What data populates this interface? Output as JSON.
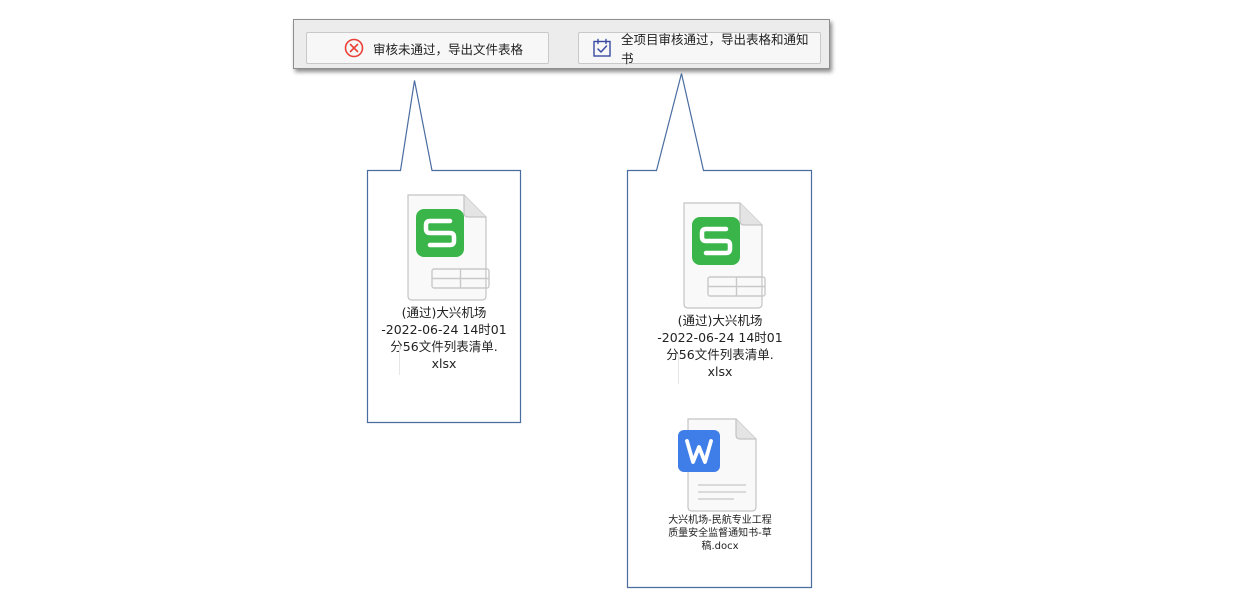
{
  "toolbar": {
    "reject_label": "审核未通过，导出文件表格",
    "approve_label": "全项目审核通过，导出表格和通知书"
  },
  "icons": {
    "reject": "close-circle-icon",
    "approve": "calendar-check-icon",
    "spreadsheet": "wps-spreadsheet-s-icon",
    "document": "wps-writer-w-icon"
  },
  "colors": {
    "reject_icon": "#e8413a",
    "approve_icon": "#3a4aa3",
    "spreadsheet_green": "#3ab54a",
    "writer_blue": "#3f7ee8",
    "callout_border": "#4a6da0"
  },
  "left_callout": {
    "files": [
      {
        "name": "(通过)大兴机场\n-2022-06-24 14时01\n分56文件列表清单.\nxlsx"
      }
    ]
  },
  "right_callout": {
    "files": [
      {
        "name": "(通过)大兴机场\n-2022-06-24 14时01\n分56文件列表清单.\nxlsx"
      },
      {
        "name": "大兴机场-民航专业工程\n质量安全监督通知书-草\n稿.docx"
      }
    ]
  }
}
